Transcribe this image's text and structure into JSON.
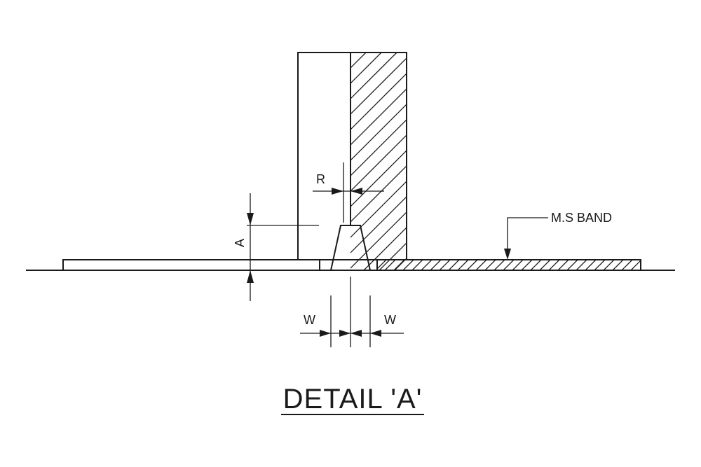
{
  "labels": {
    "r": "R",
    "a": "A",
    "w_left": "W",
    "w_right": "W",
    "band": "M.S BAND"
  },
  "title": "DETAIL 'A'"
}
